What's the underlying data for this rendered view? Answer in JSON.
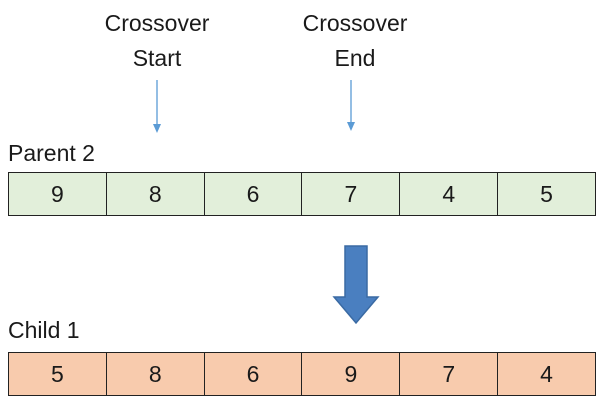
{
  "labels": {
    "crossover_start": [
      "Crossover",
      "Start"
    ],
    "crossover_end": [
      "Crossover",
      "End"
    ],
    "parent": "Parent 2",
    "child": "Child 1"
  },
  "parent_genes": [
    "9",
    "8",
    "6",
    "7",
    "4",
    "5"
  ],
  "child_genes": [
    "5",
    "8",
    "6",
    "9",
    "7",
    "4"
  ],
  "colors": {
    "parent_fill": "#e2efda",
    "child_fill": "#f8cbad",
    "marker_arrow": "#5b9bd5",
    "big_arrow": "#4a7fc0"
  }
}
